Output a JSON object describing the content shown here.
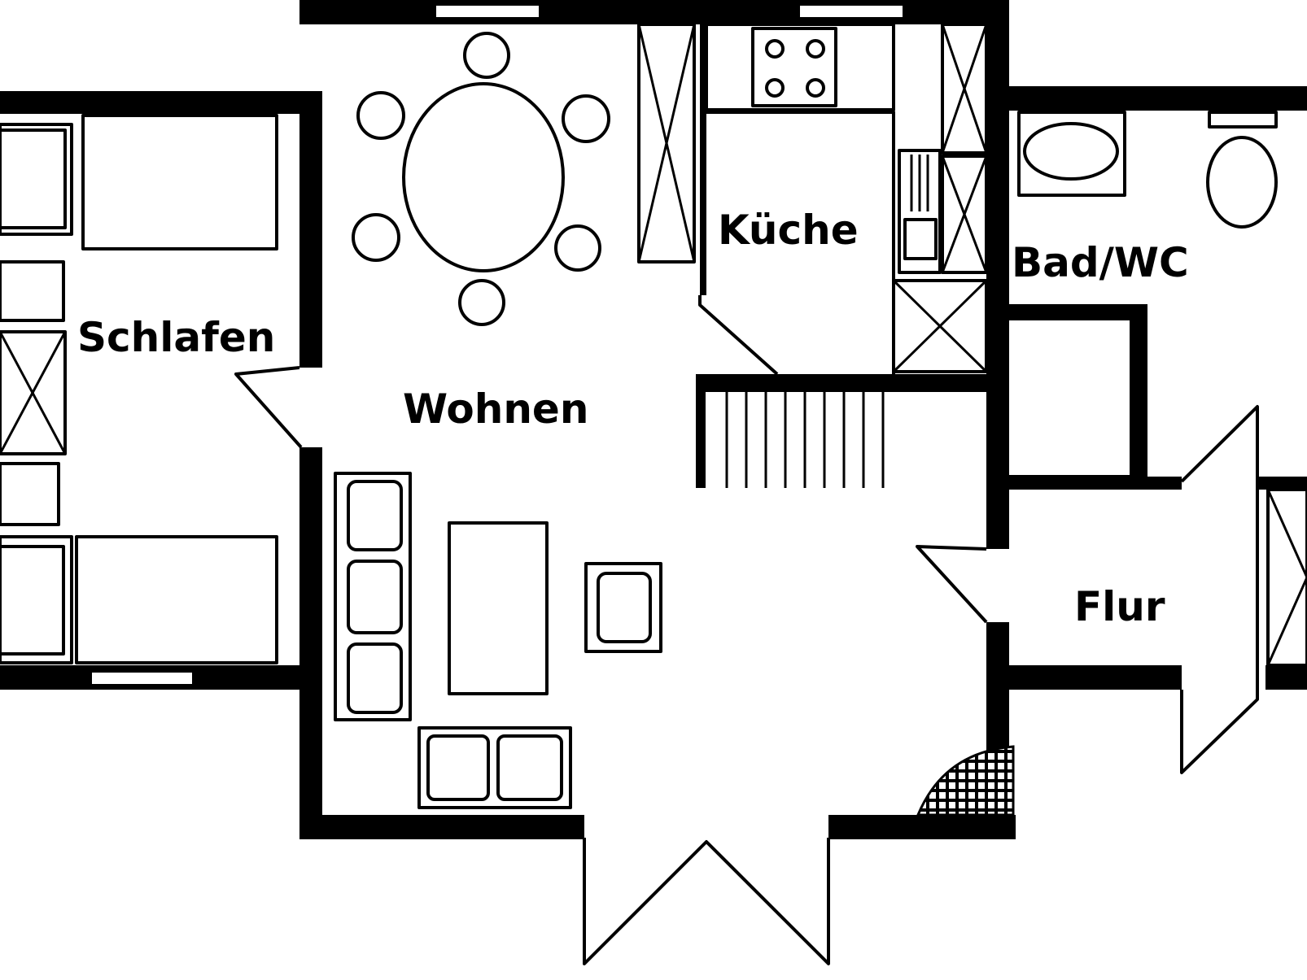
{
  "rooms": {
    "schlafen": "Schlafen",
    "wohnen": "Wohnen",
    "kueche": "Küche",
    "bad": "Bad/WC",
    "flur": "Flur"
  }
}
